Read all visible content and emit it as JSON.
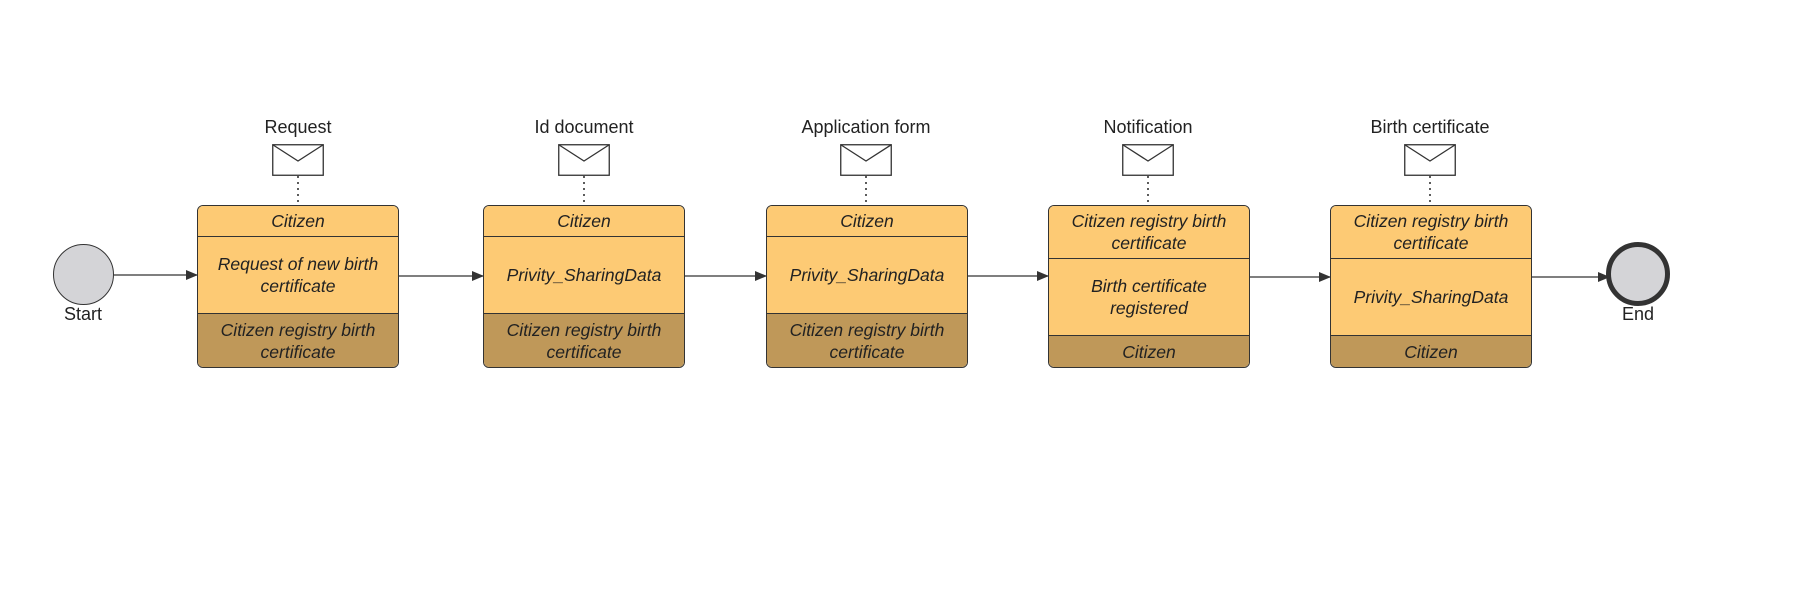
{
  "events": {
    "start": {
      "label": "Start"
    },
    "end": {
      "label": "End"
    }
  },
  "messages": [
    {
      "label": "Request"
    },
    {
      "label": "Id document"
    },
    {
      "label": "Application form"
    },
    {
      "label": "Notification"
    },
    {
      "label": "Birth certificate"
    }
  ],
  "tasks": [
    {
      "top": "Citizen",
      "name": "Request of new birth certificate",
      "bottom": "Citizen registry birth certificate"
    },
    {
      "top": "Citizen",
      "name": "Privity_SharingData",
      "bottom": "Citizen registry birth certificate"
    },
    {
      "top": "Citizen",
      "name": "Privity_SharingData",
      "bottom": "Citizen registry birth certificate"
    },
    {
      "top": "Citizen registry birth certificate",
      "name": "Birth certificate registered",
      "bottom": "Citizen"
    },
    {
      "top": "Citizen registry birth certificate",
      "name": "Privity_SharingData",
      "bottom": "Citizen"
    }
  ],
  "colors": {
    "participant_band": "#fdca74",
    "secondary_band": "#bf9859",
    "event_fill": "#d4d4d7",
    "stroke": "#333333"
  },
  "icons": {
    "message": "envelope-icon",
    "start": "start-event-circle",
    "end": "end-event-circle"
  }
}
